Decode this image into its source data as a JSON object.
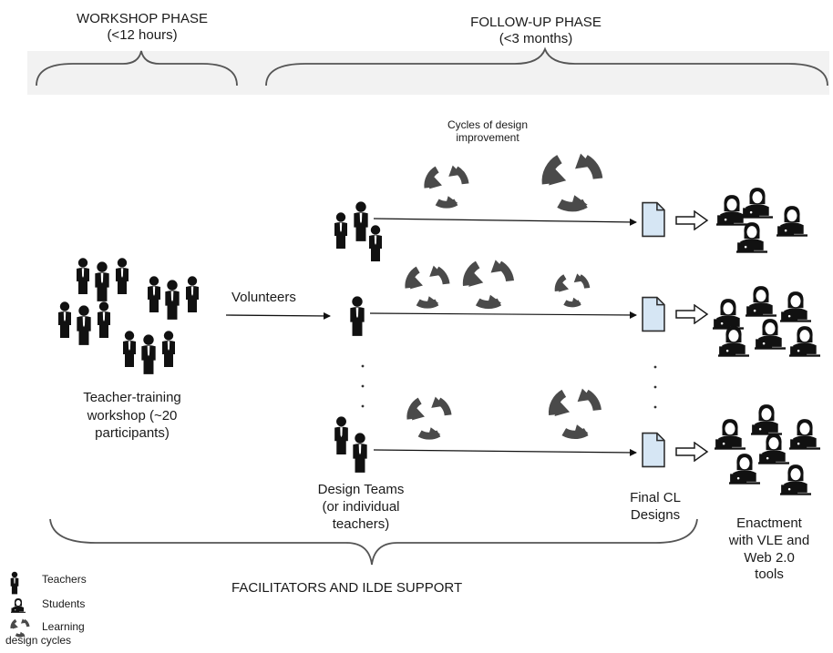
{
  "phases": {
    "workshop": {
      "title": "WORKSHOP PHASE",
      "duration": "(<12 hours)"
    },
    "followup": {
      "title": "FOLLOW-UP PHASE",
      "duration": "(<3 months)"
    }
  },
  "cycles_label": [
    "Cycles of design",
    "improvement"
  ],
  "workshop_label": [
    "Teacher-training",
    "workshop (~20",
    "participants)"
  ],
  "volunteers_label": "Volunteers",
  "design_teams_label": [
    "Design Teams",
    "(or individual",
    "teachers)"
  ],
  "final_designs_label": [
    "Final CL",
    "Designs"
  ],
  "enactment_label": [
    "Enactment",
    "with VLE and",
    "Web 2.0",
    "tools"
  ],
  "support_label": "FACILITATORS AND ILDE SUPPORT",
  "legend": {
    "teachers": "Teachers",
    "students": "Students",
    "cycles": [
      "Learning",
      "design cycles"
    ]
  },
  "icons": {
    "teacher": "teacher-icon",
    "student": "student-icon",
    "cycle": "cycle-icon",
    "document": "document-icon",
    "hollow_arrow": "hollow-arrow-icon"
  },
  "colors": {
    "ink": "#111111",
    "cycle": "#4a4a4a",
    "document_fill": "#d6e6f4",
    "document_stroke": "#2c2c2c",
    "brace": "#555555",
    "band": "#eeeeee"
  }
}
